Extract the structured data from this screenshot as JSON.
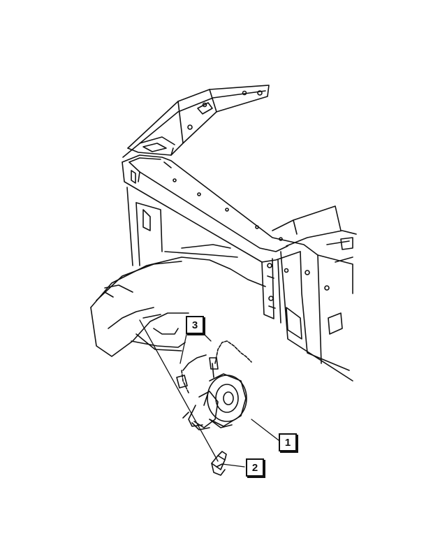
{
  "diagram": {
    "callouts": [
      {
        "id": "1",
        "label": "1"
      },
      {
        "id": "2",
        "label": "2"
      },
      {
        "id": "3",
        "label": "3"
      }
    ],
    "colors": {
      "line": "#111111",
      "background": "#ffffff"
    }
  }
}
